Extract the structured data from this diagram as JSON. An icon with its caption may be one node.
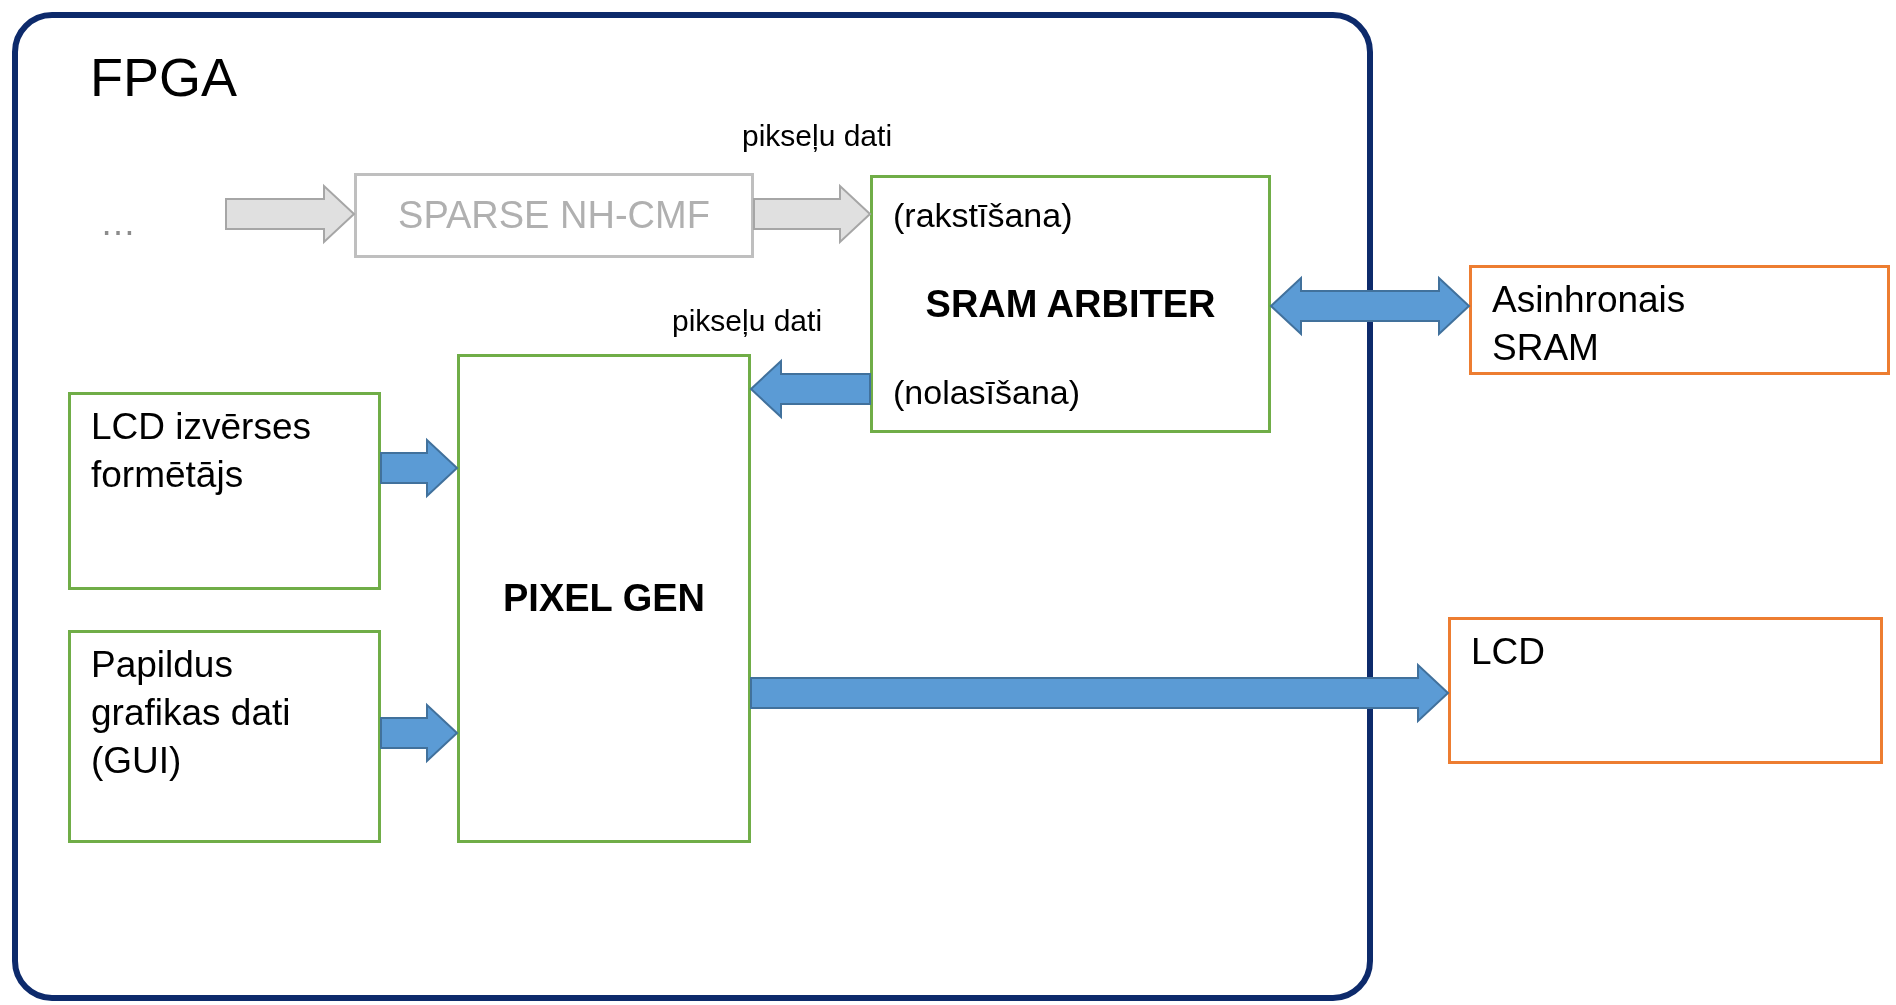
{
  "diagram": {
    "nodes": [
      {
        "text": [
          "FPGA"
        ]
      },
      {
        "text": [
          "…"
        ],
        "in": 0
      },
      {
        "text": [
          "SPARSE NH-CMF"
        ],
        "in": 0
      },
      {
        "text": [
          "(rakstīšana)",
          "SRAM ARBITER",
          "(nolasīšana)"
        ],
        "in": 0
      },
      {
        "text": [
          "PIXEL GEN"
        ],
        "in": 0
      },
      {
        "text": [
          "LCD izvērses formētājs"
        ],
        "in": 0
      },
      {
        "text": [
          "Papildus grafikas dati (GUI)"
        ],
        "in": 0
      },
      {
        "text": [
          "Asinhronais SRAM"
        ]
      },
      {
        "text": [
          "LCD"
        ]
      }
    ],
    "edges": [
      {
        "from": 1,
        "to": 2,
        "arrow": "to",
        "color": "#e0e0e0"
      },
      {
        "from": 2,
        "to": 3,
        "arrow": "to",
        "label": "pikseļu dati",
        "color": "#e0e0e0"
      },
      {
        "from": 3,
        "to": 7,
        "arrow": "both"
      },
      {
        "from": 3,
        "to": 4,
        "arrow": "to",
        "label": "pikseļu dati"
      },
      {
        "from": 5,
        "to": 4,
        "arrow": "to"
      },
      {
        "from": 6,
        "to": 4,
        "arrow": "to"
      },
      {
        "from": 4,
        "to": 8,
        "arrow": "to"
      }
    ]
  }
}
